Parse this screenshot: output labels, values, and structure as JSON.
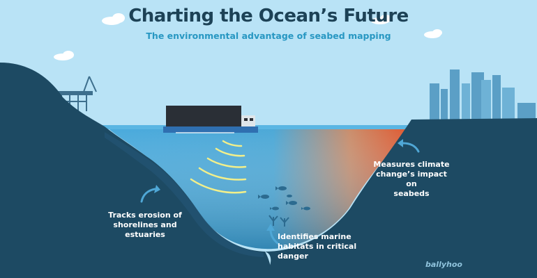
{
  "header": {
    "title": "Charting the Ocean’s Future",
    "subtitle": "The environmental advantage of seabed mapping"
  },
  "callouts": {
    "erosion": [
      "Tracks erosion of",
      "shorelines and",
      "estuaries"
    ],
    "habitats": [
      "Identifies marine",
      "habitats in critical",
      "danger"
    ],
    "climate": [
      "Measures climate",
      "change’s impact on",
      "seabeds"
    ]
  },
  "branding": {
    "logo_text": "ballyhoo"
  },
  "colors": {
    "sky": "#b9e3f6",
    "land": "#1d4a63",
    "water": "#3b9fd3",
    "sonar": "#f2ef8a",
    "warm": "#e0552c",
    "text_dark": "#1d4256",
    "text_accent": "#2797c2"
  }
}
